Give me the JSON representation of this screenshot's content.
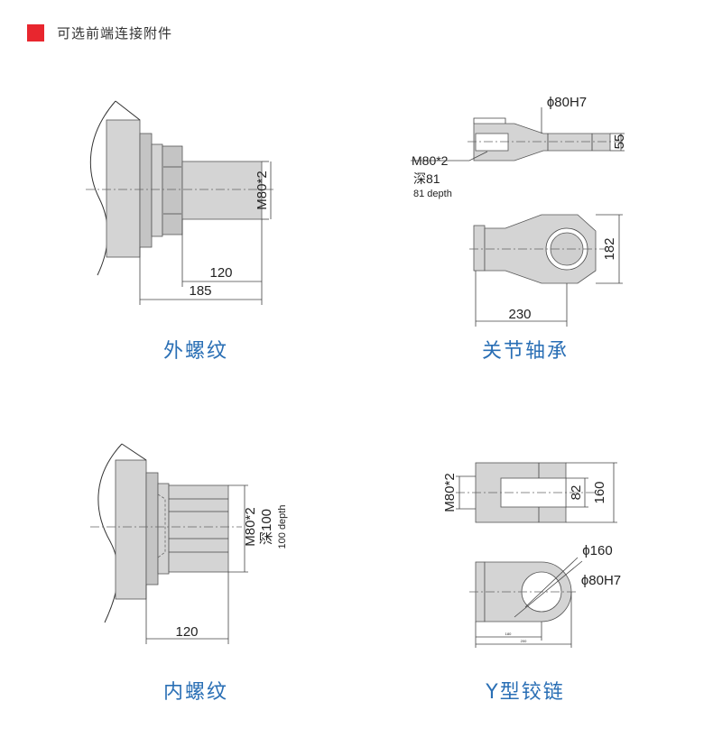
{
  "header": {
    "title": "可选前端连接附件",
    "accent_color": "#e8262e"
  },
  "caption_color": "#2a6fb5",
  "panels": {
    "external_thread": {
      "caption": "外螺纹",
      "thread": "M80*2",
      "dim_120": "120",
      "dim_185": "185"
    },
    "joint_bearing": {
      "caption": "关节轴承",
      "bore": "ϕ80H7",
      "dim_55": "55",
      "thread": "M80*2",
      "depth_cn": "深81",
      "depth_en": "81 depth",
      "dim_182": "182",
      "dim_230": "230"
    },
    "internal_thread": {
      "caption": "内螺纹",
      "thread": "M80*2",
      "depth_cn": "深100",
      "depth_en": "100 depth",
      "dim_120": "120"
    },
    "y_hinge": {
      "caption": "Y型铰链",
      "thread": "M80*2",
      "dim_82": "82",
      "dim_160": "160",
      "outer": "ϕ160",
      "bore": "ϕ80H7",
      "small_dim_1": "180",
      "small_dim_2": "200"
    }
  }
}
